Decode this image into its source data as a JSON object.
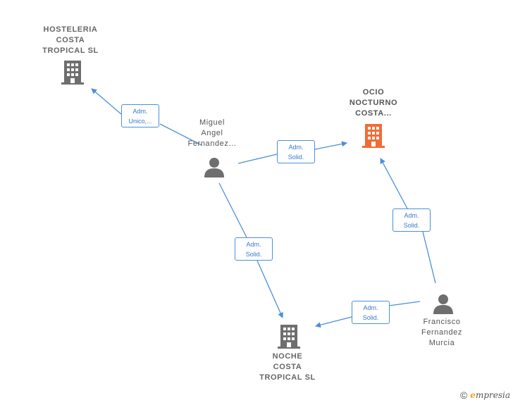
{
  "colors": {
    "edge": "#4a90d9",
    "node_gray": "#6e6e6e",
    "node_highlight": "#f26b35"
  },
  "nodes": {
    "hosteleria": {
      "label": "HOSTELERIA\nCOSTA\nTROPICAL  SL",
      "type": "company",
      "icon": "building-icon"
    },
    "ocio": {
      "label": "OCIO\nNOCTURNO\nCOSTA...",
      "type": "company",
      "icon": "building-icon",
      "highlight": true
    },
    "noche": {
      "label": "NOCHE\nCOSTA\nTROPICAL  SL",
      "type": "company",
      "icon": "building-icon"
    },
    "miguel": {
      "label": "Miguel\nAngel\nFernandez...",
      "type": "person",
      "icon": "person-icon"
    },
    "francisco": {
      "label": "Francisco\nFernandez\nMurcia",
      "type": "person",
      "icon": "person-icon"
    }
  },
  "edges": [
    {
      "from": "miguel",
      "to": "hosteleria",
      "label": "Adm.\nUnico,..."
    },
    {
      "from": "miguel",
      "to": "ocio",
      "label": "Adm.\nSolid."
    },
    {
      "from": "miguel",
      "to": "noche",
      "label": "Adm.\nSolid."
    },
    {
      "from": "francisco",
      "to": "ocio",
      "label": "Adm.\nSolid."
    },
    {
      "from": "francisco",
      "to": "noche",
      "label": "Adm.\nSolid."
    }
  ],
  "footer": {
    "copyright_symbol": "©",
    "brand_first": "e",
    "brand_rest": "mpresia"
  }
}
